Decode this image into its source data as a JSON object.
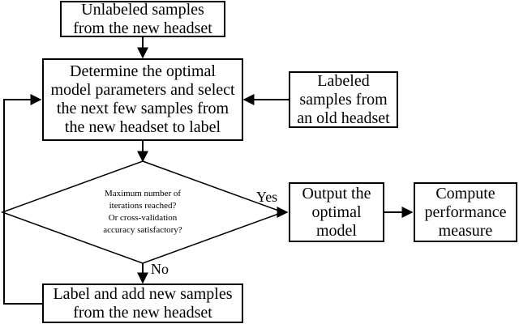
{
  "nodes": {
    "unlabeled": "Unlabeled samples\nfrom the new headset",
    "determine": "Determine the optimal\nmodel parameters and select\nthe next few samples from\nthe new headset to label",
    "labeled_old": "Labeled\nsamples from\nan old headset",
    "decision": "Maximum number of\niterations reached?\nOr cross-validation\naccuracy satisfactory?",
    "output": "Output the\noptimal\nmodel",
    "compute": "Compute\nperformance\nmeasure",
    "label_add": "Label and add new samples\nfrom the new headset"
  },
  "edge_labels": {
    "yes": "Yes",
    "no": "No"
  },
  "colors": {
    "stroke": "#000000",
    "background": "#ffffff"
  }
}
